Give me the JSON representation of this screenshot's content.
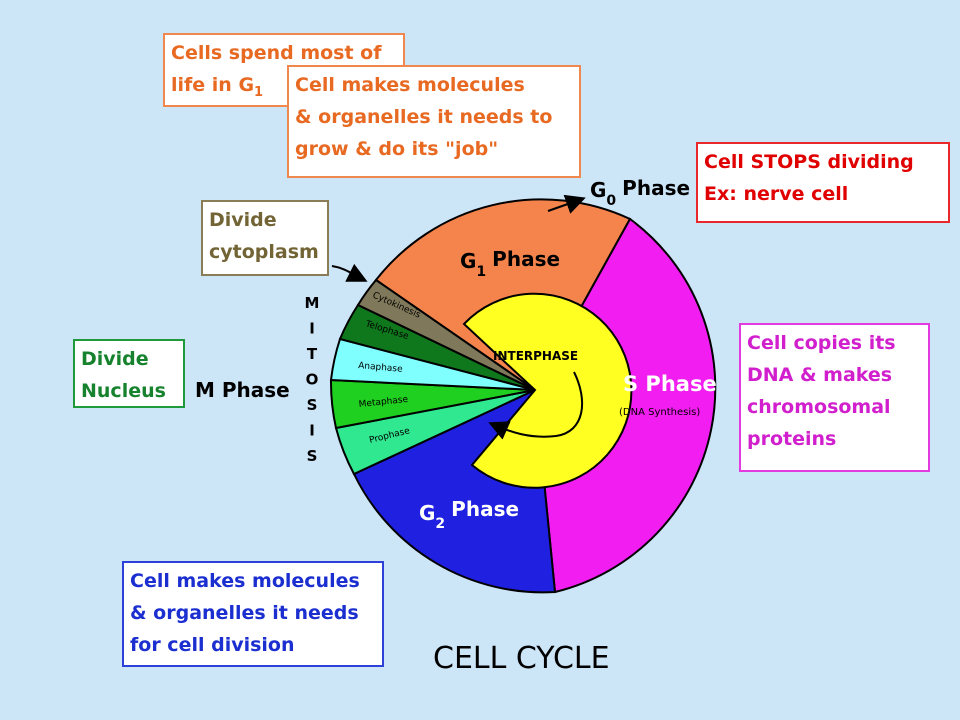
{
  "title": "CELL CYCLE",
  "notes": {
    "g1_life": {
      "l1": "Cells spend most of",
      "l2a": "life in G",
      "l2b": "1"
    },
    "g1_job": {
      "l1": "Cell makes molecules",
      "l2": "& organelles it needs to",
      "l3": "grow & do its \"job\""
    },
    "g0": {
      "l1": "Cell STOPS dividing",
      "l2": "Ex: nerve cell"
    },
    "cytoplasm": {
      "l1": "Divide",
      "l2": "cytoplasm"
    },
    "nucleus": {
      "l1": "Divide",
      "l2": "Nucleus"
    },
    "s": {
      "l1": "Cell copies its",
      "l2": "DNA & makes",
      "l3": "chromosomal",
      "l4": "proteins"
    },
    "g2": {
      "l1": "Cell makes molecules",
      "l2": "& organelles it needs",
      "l3": "for cell division"
    }
  },
  "phases": {
    "g1": {
      "letter": "G",
      "sub": "1",
      "word": "Phase"
    },
    "s": {
      "label": "S Phase",
      "sub": "(DNA Synthesis)"
    },
    "g2": {
      "letter": "G",
      "sub": "2",
      "word": "Phase"
    },
    "g0": {
      "letter": "G",
      "sub": "0",
      "word": "Phase"
    },
    "m": {
      "label": "M Phase"
    },
    "interphase": "INTERPHASE"
  },
  "mitosis_letters": [
    "M",
    "I",
    "T",
    "O",
    "S",
    "I",
    "S"
  ],
  "mitosis_stages": [
    "Cytokinesis",
    "Telophase",
    "Anaphase",
    "Metaphase",
    "Prophase"
  ],
  "colors": {
    "background": "#cce5f7",
    "g1": "#f5844c",
    "s": "#f21df0",
    "g2": "#2020e0",
    "cytokinesis": "#80785a",
    "telophase": "#10781c",
    "anaphase": "#80ffff",
    "metaphase": "#20d020",
    "prophase": "#30e890",
    "interphase": "#ffff22"
  }
}
